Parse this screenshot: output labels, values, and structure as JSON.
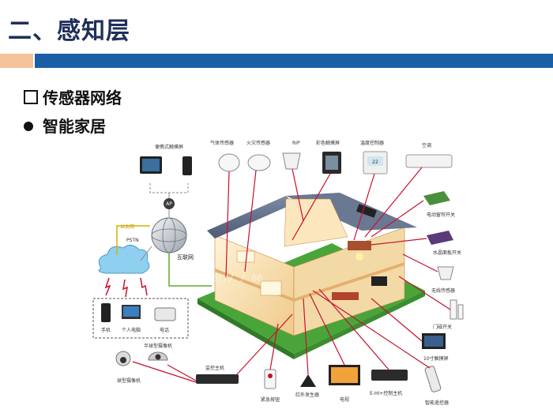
{
  "slide": {
    "title": "二、感知层",
    "bullets": [
      "传感器网络",
      "智能家居"
    ]
  },
  "diagram": {
    "devices": {
      "portable_touch": "便携式触摸屏",
      "body_sensor": "气体传感器",
      "fire_sensor": "火灾传感器",
      "rip": "RIP",
      "color_touch": "彩色触摸屏",
      "thermostat": "温度控制器",
      "ac": "空调",
      "curtain_switch": "电动窗帘开关",
      "lcd_panel_switch": "水晶面板开关",
      "wireless_sensor": "无线传感器",
      "door_switch": "门磁开关",
      "touch_10": "10寸触摸屏",
      "remote_ctrl": "智能遥控器",
      "emhi_host": "E-HI+控制主机",
      "tv": "电视",
      "ir_emitter": "红外发生器",
      "emergency_btn": "紧急按钮",
      "monitor_host": "监控主机",
      "dome_camera": "球型摄像机",
      "half_dome_camera": "半球型摄像机",
      "phone_mobile": "手机",
      "pc": "个人电脑",
      "telephone": "电话",
      "internet": "互联网",
      "pstn": "PSTN",
      "ethernet": "以太网",
      "ap": "AP"
    },
    "thermostat_reading": "22",
    "watermark": "http://  /  66"
  },
  "colors": {
    "title": "#1f2f5a",
    "bar_blue": "#1a5fa6",
    "bar_orange": "#f5c29a",
    "line_red": "#c8102e",
    "line_green": "#5fa832",
    "line_yellow": "#d4b400"
  }
}
